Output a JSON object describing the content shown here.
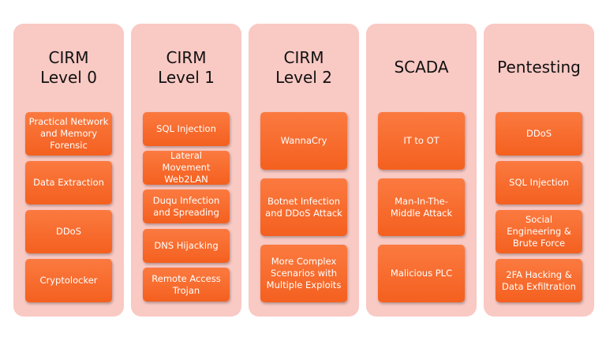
{
  "columns": [
    {
      "title": "CIRM\nLevel 0",
      "cards": [
        "Practical Network and Memory Forensic",
        "Data Extraction",
        "DDoS",
        "Cryptolocker"
      ]
    },
    {
      "title": "CIRM\nLevel 1",
      "cards": [
        "SQL Injection",
        "Lateral Movement Web2LAN",
        "Duqu Infection and Spreading",
        "DNS Hijacking",
        "Remote Access Trojan"
      ]
    },
    {
      "title": "CIRM\nLevel 2",
      "cards": [
        "WannaCry",
        "Botnet Infection and DDoS Attack",
        "More Complex Scenarios with Multiple Exploits"
      ]
    },
    {
      "title": "SCADA",
      "cards": [
        "IT to OT",
        "Man-In-The-Middle Attack",
        "Malicious PLC"
      ]
    },
    {
      "title": "Pentesting",
      "cards": [
        "DDoS",
        "SQL Injection",
        "Social Engineering & Brute Force",
        "2FA Hacking & Data Exfiltration"
      ]
    }
  ],
  "colors": {
    "column_bg": "#f9c9c4",
    "card_bg": "#f4601f",
    "card_text": "#ffffff"
  }
}
